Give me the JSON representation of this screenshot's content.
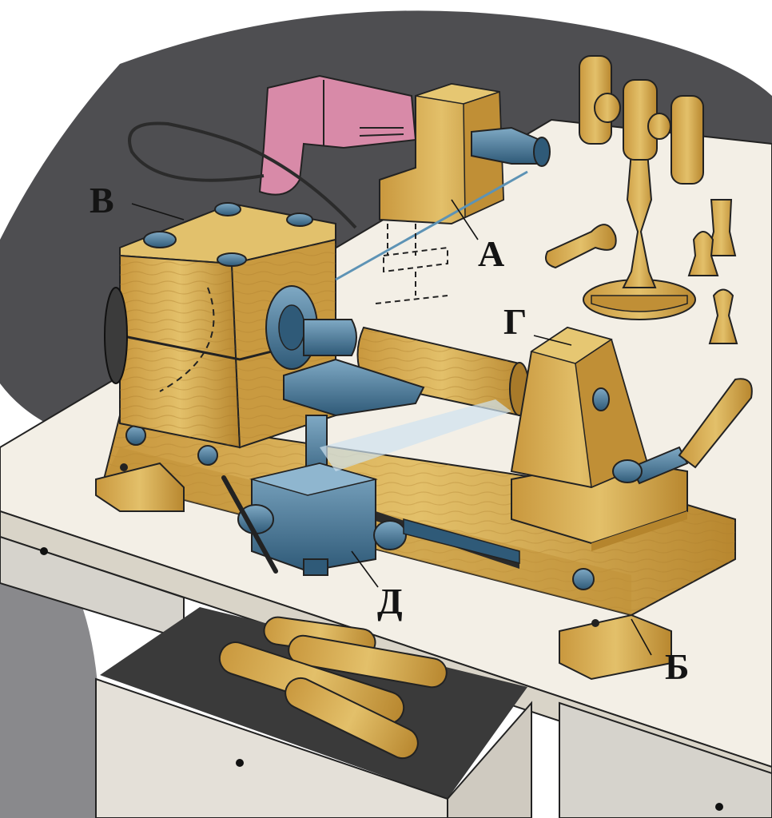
{
  "labels": {
    "a_top": "А",
    "a_bottom": "Д",
    "b": "Б",
    "v": "В",
    "g": "Г"
  },
  "colors": {
    "wood": "#d9b45a",
    "wood_dark": "#b98a32",
    "steel": "#4f7f9f",
    "drill_pink": "#d88aa8",
    "table_top": "#f3efe6",
    "shadow": "#2a2a2a"
  }
}
